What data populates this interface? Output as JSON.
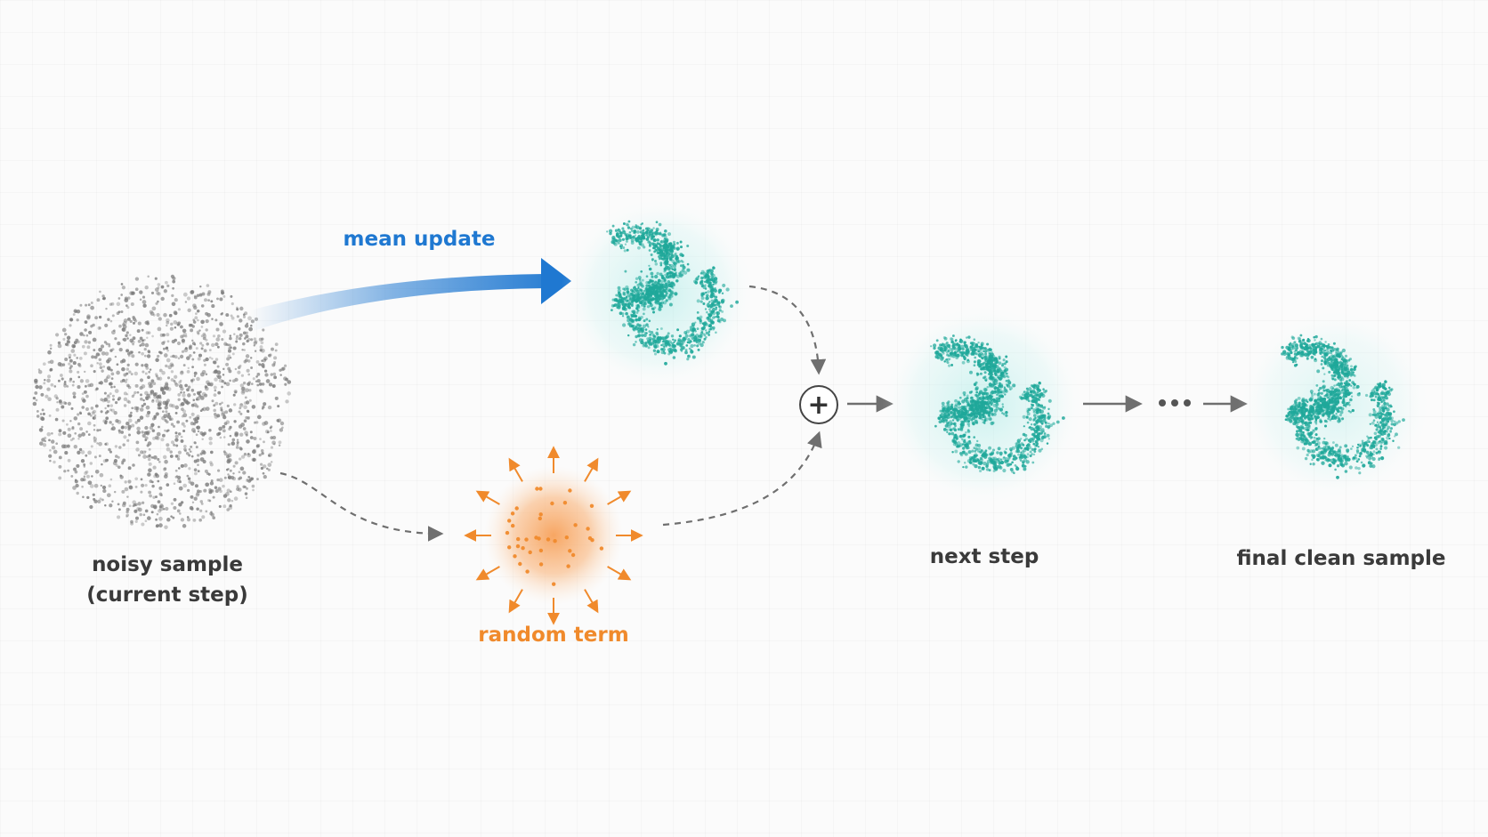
{
  "labels": {
    "mean_update": "mean update",
    "noisy_sample_line1": "noisy sample",
    "noisy_sample_line2": "(current step)",
    "random_term": "random term",
    "next_step": "next step",
    "final_clean_sample": "final clean sample",
    "plus_symbol": "+",
    "ellipsis": "•••"
  },
  "colors": {
    "mean_update": "#1f78d1",
    "random_term": "#f08a2c",
    "sample_teal": "#1fa89a",
    "noise_gray": "#7a7a7a",
    "arrow_gray": "#6f6f6f"
  }
}
